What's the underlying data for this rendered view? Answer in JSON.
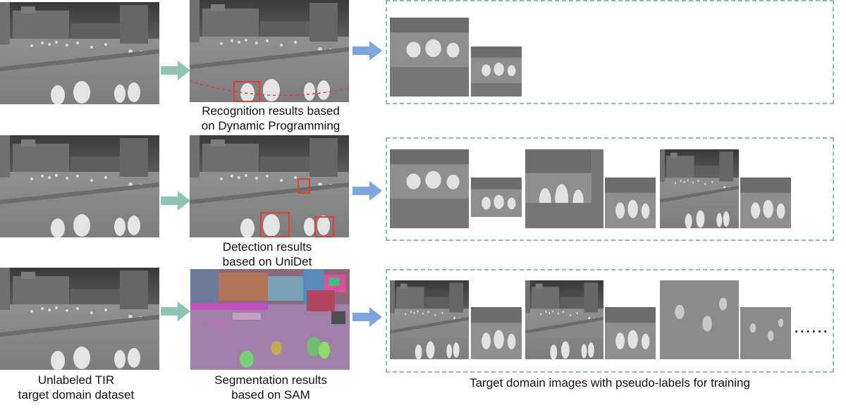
{
  "rows": [
    {
      "caption_mid_line1": "Recognition results based",
      "caption_mid_line2": "on Dynamic Programming"
    },
    {
      "caption_mid_line1": "Detection results",
      "caption_mid_line2": "based on UniDet"
    },
    {
      "caption_left_line1": "Unlabeled TIR",
      "caption_left_line2": "target domain dataset",
      "caption_mid_line1": "Segmentation results",
      "caption_mid_line2": "based on SAM",
      "ellipsis": "......"
    }
  ],
  "output_caption": "Target domain images with pseudo-labels for training",
  "colors": {
    "green_arrow": "#8fc4b4",
    "blue_arrow": "#7ea6de",
    "dashed_box": "#8fbcae",
    "highlight": "#e23b3b"
  }
}
